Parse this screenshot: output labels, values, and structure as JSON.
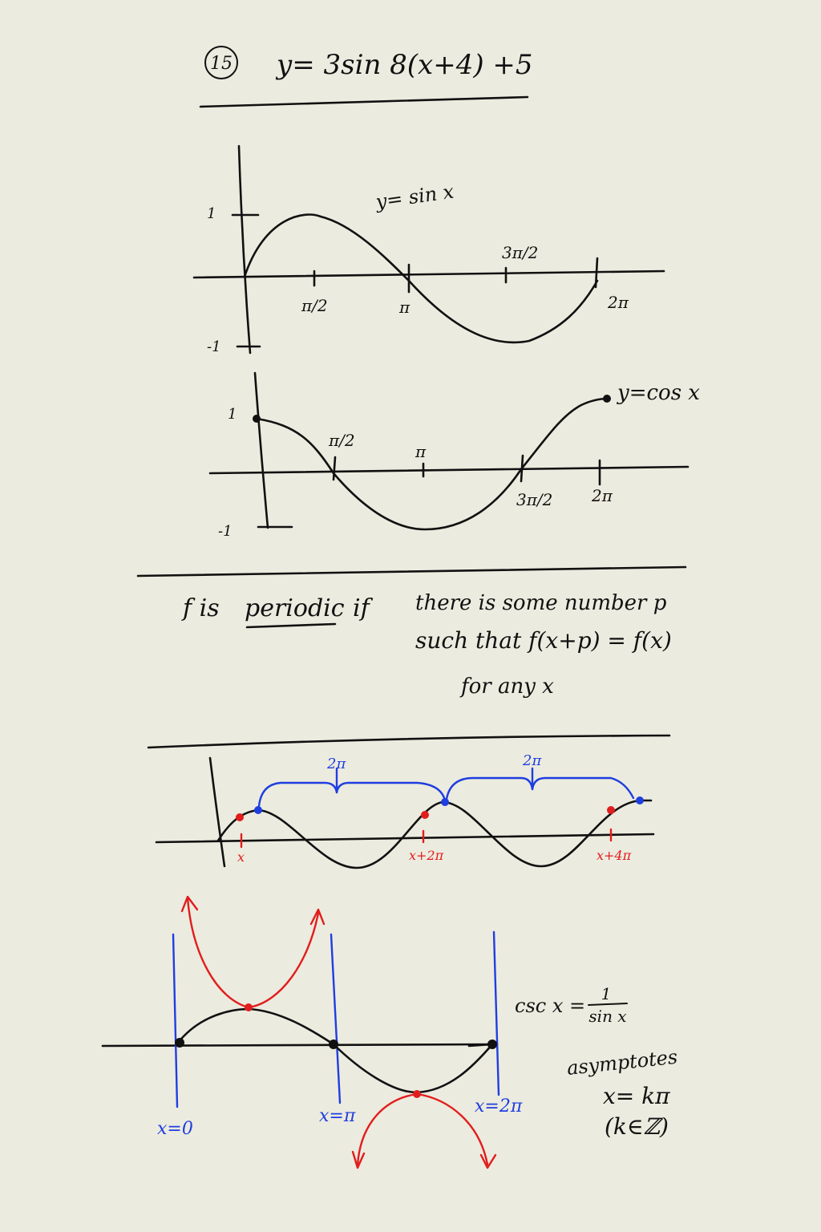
{
  "header": {
    "problem_number": "15",
    "equation": "y= 3sin 8(x+4) +5"
  },
  "sine_graph": {
    "label": "y= sin x",
    "y_ticks": [
      "1",
      "-1"
    ],
    "x_ticks": [
      "π/2",
      "π",
      "3π/2",
      "2π"
    ]
  },
  "cosine_graph": {
    "label": "y=cos x",
    "y_ticks": [
      "1",
      "-1"
    ],
    "x_ticks": [
      "π/2",
      "π",
      "3π/2",
      "2π"
    ]
  },
  "periodic_definition": {
    "line1_pre": "f is",
    "line1_term": "periodic",
    "line1_post": "if",
    "line1_rest": "there is some number p",
    "line2": "such that   f(x+p) = f(x)",
    "line3": "for any x"
  },
  "period_graph": {
    "bracket_labels": [
      "2π",
      "2π"
    ],
    "x_markers": [
      "x",
      "x+2π",
      "x+4π"
    ],
    "colors": {
      "bracket": "#1f3ee0",
      "markers": "#e11d1d"
    }
  },
  "cosecant_graph": {
    "asymptote_labels": [
      "x=0",
      "x=π",
      "x=2π"
    ],
    "definition_lhs": "csc x =",
    "definition_num": "1",
    "definition_den": "sin x",
    "asymptotes_title": "asymptotes",
    "asymptotes_formula": "x= kπ",
    "asymptotes_domain": "(k∈ℤ)",
    "colors": {
      "asymptotes": "#1f3ee0",
      "csc": "#e11d1d"
    }
  }
}
